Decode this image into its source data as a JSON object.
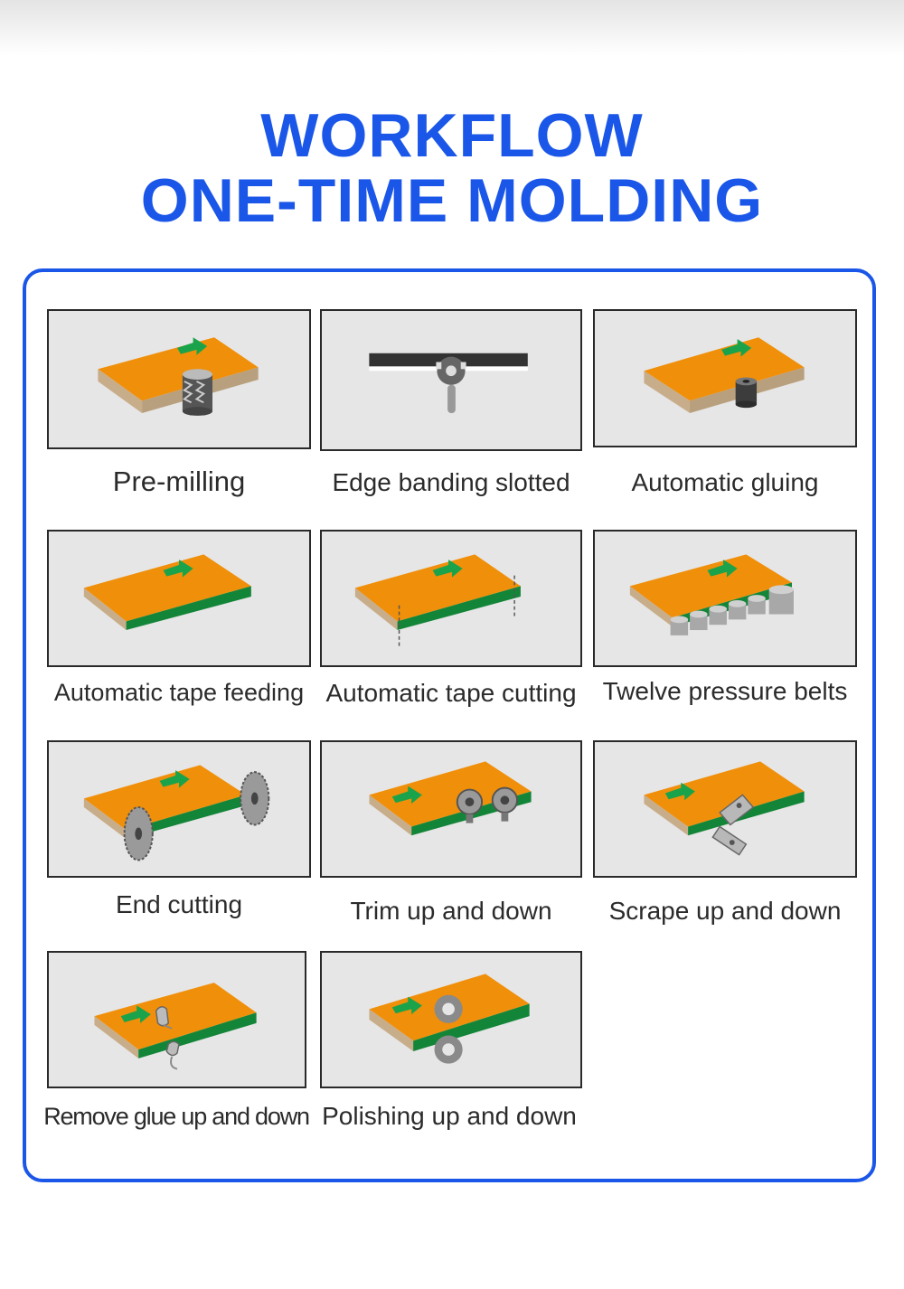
{
  "header": {
    "title_line1": "WORKFLOW",
    "title_line2": "ONE-TIME MOLDING",
    "accent_color": "#1a56e8"
  },
  "colors": {
    "board_top": "#f08f0a",
    "board_side": "#c8ad8a",
    "edge_band": "#138538",
    "arrow": "#1aa34a",
    "tile_bg": "#e6e6e6"
  },
  "steps": [
    {
      "id": "pre-milling",
      "label": "Pre-milling",
      "icon": "milling-cutter-icon"
    },
    {
      "id": "edge-banding-slotted",
      "label": "Edge banding slotted",
      "icon": "slotting-cutter-icon"
    },
    {
      "id": "automatic-gluing",
      "label": "Automatic gluing",
      "icon": "glue-roller-icon"
    },
    {
      "id": "automatic-tape-feeding",
      "label": "Automatic tape feeding",
      "icon": "edge-tape-icon"
    },
    {
      "id": "automatic-tape-cutting",
      "label": "Automatic tape cutting",
      "icon": "tape-cut-line-icon"
    },
    {
      "id": "twelve-pressure-belts",
      "label": "Twelve pressure belts",
      "icon": "pressure-rollers-icon"
    },
    {
      "id": "end-cutting",
      "label": "End cutting",
      "icon": "saw-blade-icon"
    },
    {
      "id": "trim-up-and-down",
      "label": "Trim up and down",
      "icon": "trimming-cutters-icon"
    },
    {
      "id": "scrape-up-and-down",
      "label": "Scrape up and down",
      "icon": "scraper-blade-icon"
    },
    {
      "id": "remove-glue-up-and-down",
      "label": "Remove glue up and down",
      "icon": "glue-scraper-icon"
    },
    {
      "id": "polishing-up-and-down",
      "label": "Polishing up and down",
      "icon": "polishing-wheels-icon"
    }
  ]
}
